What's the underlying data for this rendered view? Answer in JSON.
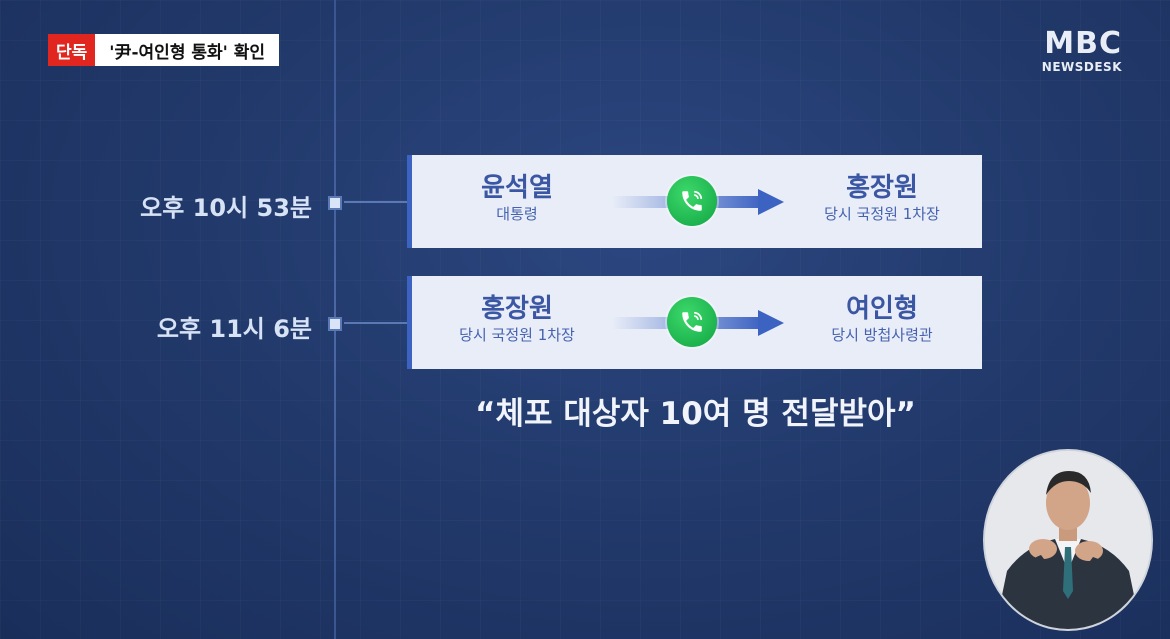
{
  "headline": {
    "badge": "단독",
    "title": "'尹-여인형 통화' 확인"
  },
  "logo": {
    "brand": "MBC",
    "program": "NEWSDESK"
  },
  "calls": [
    {
      "time": "오후 10시 53분",
      "caller": {
        "name": "윤석열",
        "role": "대통령"
      },
      "callee": {
        "name": "홍장원",
        "role": "당시 국정원 1차장"
      }
    },
    {
      "time": "오후 11시 6분",
      "caller": {
        "name": "홍장원",
        "role": "당시 국정원 1차장"
      },
      "callee": {
        "name": "여인형",
        "role": "당시 방첩사령관"
      }
    }
  ],
  "quote": "“체포 대상자 10여 명 전달받아”",
  "colors": {
    "accent": "#3d63c2",
    "badge_red": "#e0261f",
    "phone_green": "#1fbf55"
  },
  "icons": [
    "phone-call-icon",
    "arrow-right-icon"
  ]
}
